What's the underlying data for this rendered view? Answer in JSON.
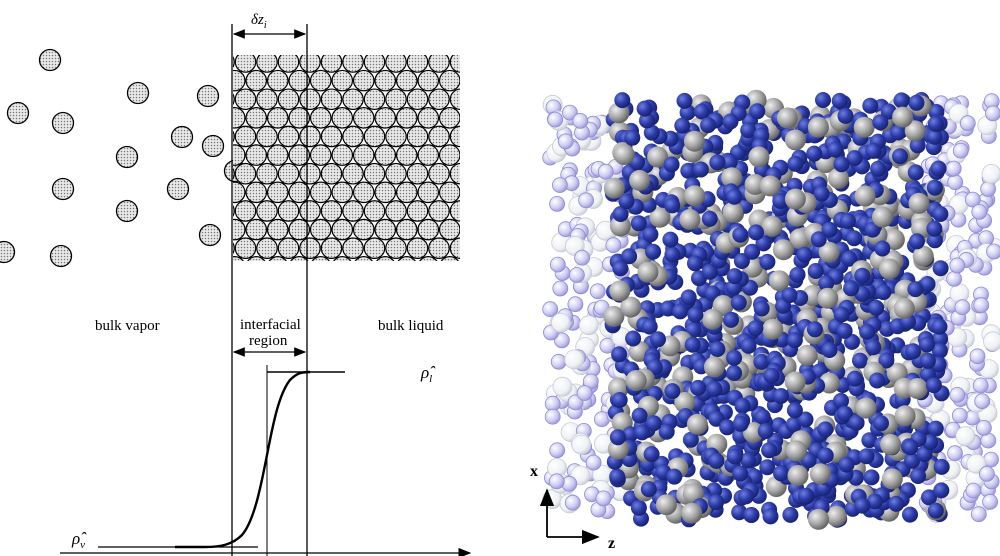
{
  "left_panel": {
    "interface_width_label": "δz",
    "interface_width_subscript": "i",
    "bulk_vapor_label": "bulk vapor",
    "interfacial_line1": "interfacial",
    "interfacial_line2": "region",
    "bulk_liquid_label": "bulk liquid",
    "rho_liquid_symbol": "ρ̂",
    "rho_liquid_subscript": "l",
    "rho_vapor_symbol": "ρ̂",
    "rho_vapor_subscript": "v"
  },
  "right_panel": {
    "axis_x_label": "x",
    "axis_z_label": "z"
  },
  "colors": {
    "vapor_particle_fill": "#bdbdbd",
    "molecule_blue": "#2b3aa6",
    "molecule_grey": "#9a9a9a",
    "ghost_blue": "#b9b8e8"
  }
}
